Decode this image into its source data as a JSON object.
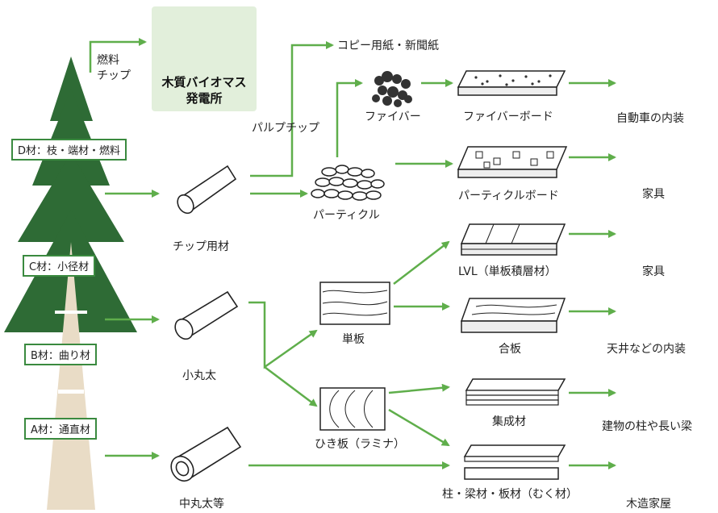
{
  "colors": {
    "tree": "#2e6b35",
    "trunk": "#e9dcc6",
    "arrow": "#5fae4b",
    "log_box": "#d9c7a6",
    "product_box": "#4f9c43",
    "plant_box": "#e2efdb"
  },
  "plant": {
    "line1": "木質バイオマス",
    "line2": "発電所",
    "icon": "factory-icon"
  },
  "flow_labels": {
    "fuel_chip_1": "燃料",
    "fuel_chip_2": "チップ",
    "pulp_chip": "パルプチップ",
    "copy_paper": "コピー用紙・新聞紙"
  },
  "grades": {
    "d": "D材：枝・端材・燃料",
    "c": "C材：小径材",
    "b": "B材：曲り材",
    "a": "A材：通直材"
  },
  "logs": {
    "chip": "チップ用材",
    "small": "小丸太",
    "medium": "中丸太等"
  },
  "materials": {
    "fiber": "ファイバー",
    "particle": "パーティクル",
    "veneer": "単板",
    "lamina": "ひき板（ラミナ）"
  },
  "products": {
    "fiberboard": "ファイバーボード",
    "particleboard": "パーティクルボード",
    "lvl": "LVL（単板積層材）",
    "plywood": "合板",
    "glulam": "集成材",
    "solid": "柱・梁材・板材（むく材）"
  },
  "uses": {
    "car_interior": {
      "label": "自動車の内装",
      "icon": "car-icon"
    },
    "furniture1": {
      "label": "家具",
      "icon": "drawer-icon"
    },
    "furniture2": {
      "label": "家具",
      "icon": "chair-icon"
    },
    "ceiling": {
      "label": "天井などの内装",
      "icon": "house-interior-icon"
    },
    "pillar": {
      "label": "建物の柱や長い梁",
      "icon": "frame-icon"
    },
    "wooden_house": {
      "label": "木造家屋",
      "icon": "house-icon"
    }
  }
}
